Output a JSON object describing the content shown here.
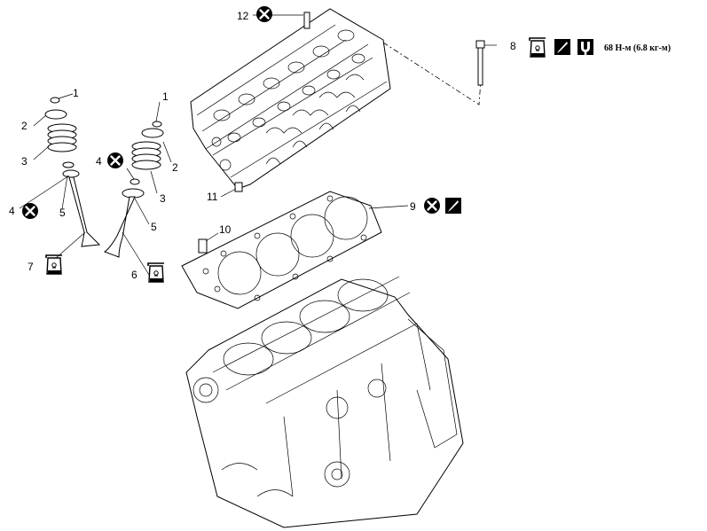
{
  "callouts": [
    {
      "id": "c1a",
      "text": "1"
    },
    {
      "id": "c2a",
      "text": "2"
    },
    {
      "id": "c3a",
      "text": "3"
    },
    {
      "id": "c4a",
      "text": "4"
    },
    {
      "id": "c5a",
      "text": "5"
    },
    {
      "id": "c7",
      "text": "7"
    },
    {
      "id": "c1b",
      "text": "1"
    },
    {
      "id": "c2b",
      "text": "2"
    },
    {
      "id": "c3b",
      "text": "3"
    },
    {
      "id": "c4b",
      "text": "4"
    },
    {
      "id": "c5b",
      "text": "5"
    },
    {
      "id": "c6",
      "text": "6"
    },
    {
      "id": "c12",
      "text": "12"
    },
    {
      "id": "c8",
      "text": "8"
    },
    {
      "id": "c9",
      "text": "9"
    },
    {
      "id": "c10",
      "text": "10"
    },
    {
      "id": "c11",
      "text": "11"
    }
  ],
  "torque_spec": "68 Н-м (6.8 кг-м)",
  "icons": {
    "no_reuse": "replace-part-icon",
    "oil": "oil-can-icon",
    "sealant": "sealant-icon",
    "torque": "torque-wrench-icon"
  }
}
